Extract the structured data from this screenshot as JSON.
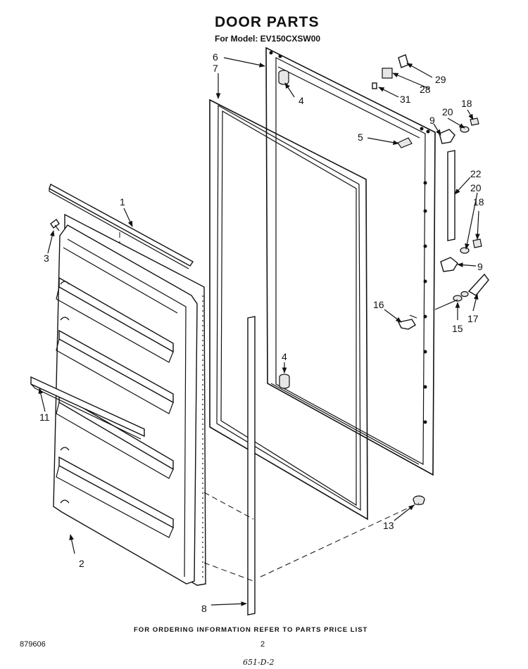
{
  "header": {
    "title": "DOOR PARTS",
    "model": "For Model: EV150CXSW00"
  },
  "footer": {
    "ordering_note": "FOR ORDERING INFORMATION REFER TO PARTS PRICE LIST",
    "drawing_code": "879606",
    "page_number": "2",
    "handwritten_ref": "651-D-2"
  },
  "callouts": [
    "1",
    "2",
    "3",
    "4",
    "4",
    "5",
    "6",
    "7",
    "8",
    "9",
    "9",
    "11",
    "13",
    "15",
    "16",
    "17",
    "18",
    "18",
    "20",
    "20",
    "22",
    "28",
    "29",
    "31"
  ]
}
